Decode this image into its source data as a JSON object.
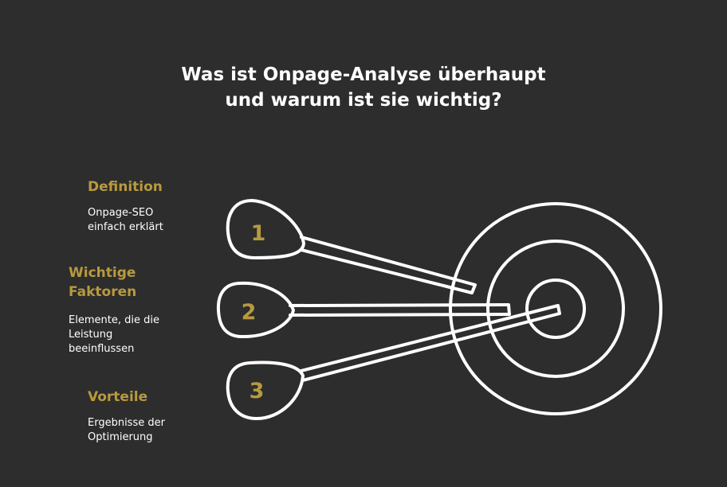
{
  "title": {
    "line1": "Was ist Onpage-Analyse überhaupt",
    "line2": "und warum ist sie wichtig?"
  },
  "items": [
    {
      "number": "1",
      "heading": "Definition",
      "description": [
        "Onpage-SEO",
        "einfach erklärt"
      ]
    },
    {
      "number": "2",
      "heading": [
        "Wichtige",
        "Faktoren"
      ],
      "description": [
        "Elemente, die die",
        "Leistung",
        "beeinflussen"
      ]
    },
    {
      "number": "3",
      "heading": "Vorteile",
      "description": [
        "Ergebnisse der",
        "Optimierung"
      ]
    }
  ],
  "colors": {
    "background": "#2d2d2d",
    "accent": "#b89a3e",
    "line": "#ffffff",
    "text": "#ffffff"
  }
}
